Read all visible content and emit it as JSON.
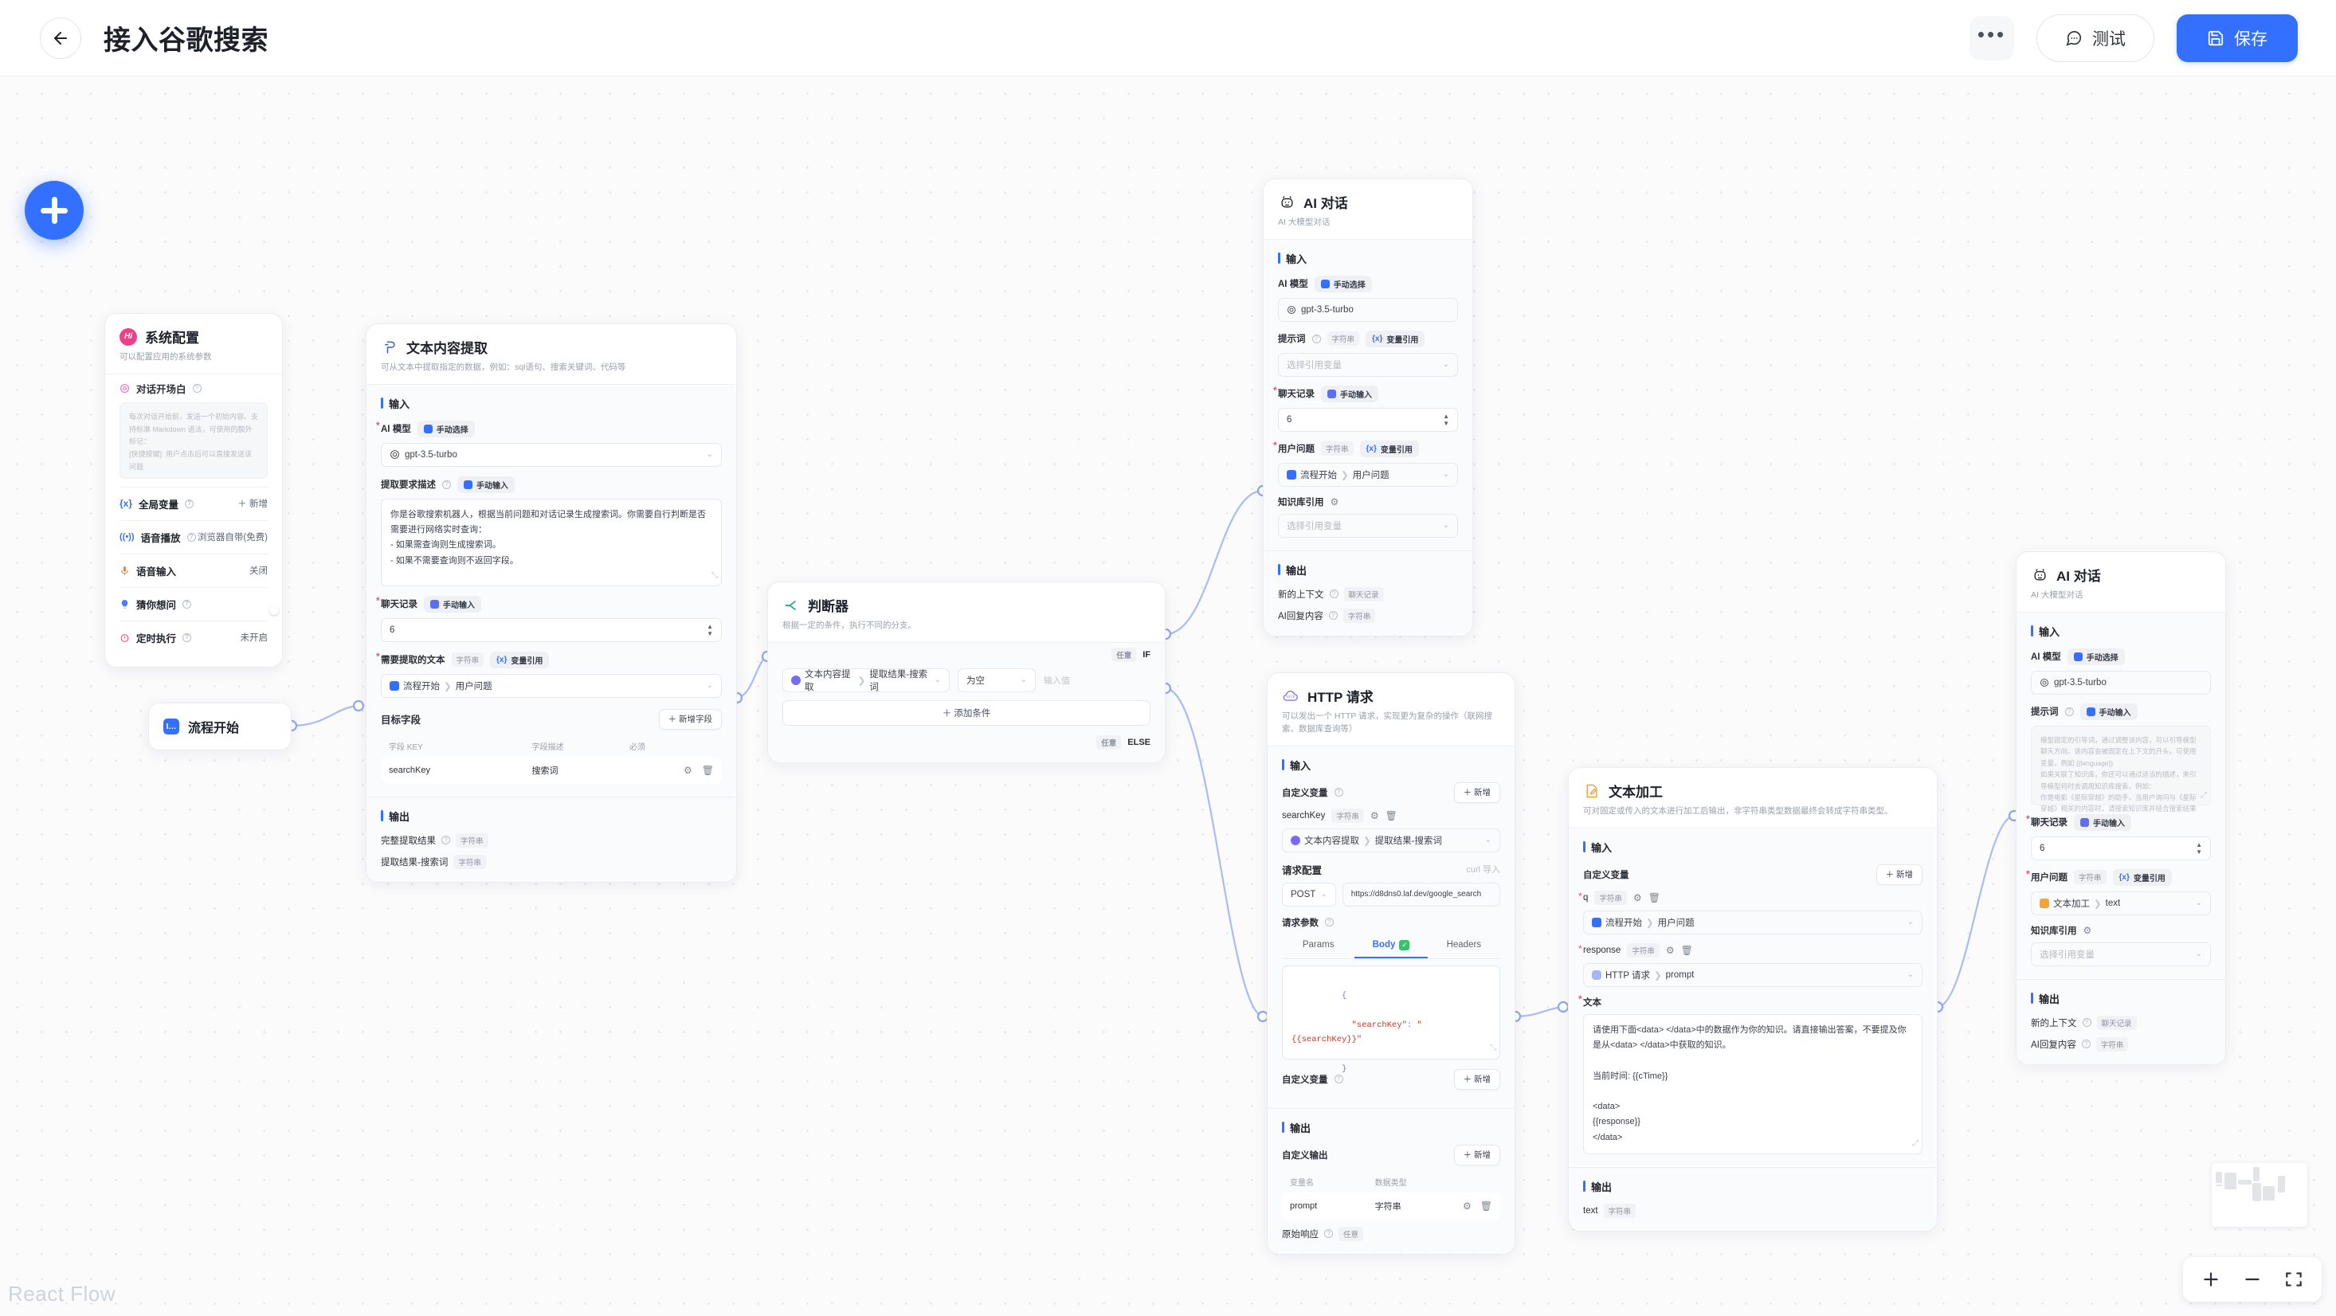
{
  "header": {
    "back_icon": "arrow-left-icon",
    "title": "接入谷歌搜索",
    "more_label": "•••",
    "test_label": "测试",
    "save_label": "保存"
  },
  "canvas": {
    "watermark": "React Flow",
    "add_button_label": "+",
    "zoom_in": "+",
    "zoom_out": "−",
    "fit_view": "fit-view"
  },
  "nodes": {
    "system_config": {
      "badge": "Hi",
      "title": "系统配置",
      "subtitle": "可以配置应用的系统参数",
      "opening_label": "对话开场白",
      "opening_placeholder": "每次对话开始前，发送一个初始内容。支持标准 Markdown 语法，可使用的额外标记：\n[快捷按键]: 用户点击后可以直接发送该问题",
      "rows": [
        {
          "label": "全局变量",
          "value": "＋  新增",
          "type": "text"
        },
        {
          "label": "语音播放",
          "value": "浏览器自带(免费)",
          "type": "text"
        },
        {
          "label": "语音输入",
          "value": "关闭",
          "type": "text"
        },
        {
          "label": "猜你想问",
          "value": "",
          "type": "toggle"
        },
        {
          "label": "定时执行",
          "value": "未开启",
          "type": "text"
        }
      ]
    },
    "flow_start": {
      "title": "流程开始"
    },
    "text_extract": {
      "title": "文本内容提取",
      "subtitle": "可从文本中提取指定的数据，例如：sql语句、搜索关键词、代码等",
      "input_label": "输入",
      "model_label": "AI 模型",
      "model_mode": "手动选择",
      "model_value": "gpt-3.5-turbo",
      "desc_label": "提取要求描述",
      "desc_mode": "手动输入",
      "desc_value": "你是谷歌搜索机器人，根据当前问题和对话记录生成搜索词。你需要自行判断是否需要进行网络实时查询：\n- 如果需查询则生成搜索词。\n- 如果不需要查询则不返回字段。",
      "history_label": "聊天记录",
      "history_mode": "手动输入",
      "history_value": "6",
      "source_label": "需要提取的文本",
      "source_type": "字符串",
      "source_mode": "变量引用",
      "source_value_node": "流程开始",
      "source_value_field": "用户问题",
      "target_fields_label": "目标字段",
      "add_field_label": "＋  新增字段",
      "table_headers": [
        "字段 KEY",
        "字段描述",
        "必须"
      ],
      "table_rows": [
        {
          "key": "searchKey",
          "desc": "搜索词",
          "required": ""
        }
      ],
      "output_label": "输出",
      "outputs": [
        {
          "label": "完整提取结果",
          "type": "字符串"
        },
        {
          "label": "提取结果-搜索词",
          "type": "字符串"
        }
      ]
    },
    "judge": {
      "title": "判断器",
      "subtitle": "根据一定的条件，执行不同的分支。",
      "if_any": "任意",
      "if_label": "IF",
      "cond_node": "文本内容提取",
      "cond_field": "提取结果-搜索词",
      "operator": "为空",
      "value_placeholder": "输入值",
      "add_condition": "＋  添加条件",
      "else_any": "任意",
      "else_label": "ELSE"
    },
    "ai_chat_1": {
      "title": "AI 对话",
      "subtitle": "AI 大模型对话",
      "input_label": "输入",
      "model_label": "AI 模型",
      "model_mode": "手动选择",
      "model_value": "gpt-3.5-turbo",
      "prompt_label": "提示词",
      "prompt_type": "字符串",
      "prompt_mode": "变量引用",
      "prompt_placeholder": "选择引用变量",
      "history_label": "聊天记录",
      "history_mode": "手动输入",
      "history_value": "6",
      "question_label": "用户问题",
      "question_type": "字符串",
      "question_mode": "变量引用",
      "question_node": "流程开始",
      "question_field": "用户问题",
      "kb_label": "知识库引用",
      "kb_placeholder": "选择引用变量",
      "output_label": "输出",
      "outputs": [
        {
          "label": "新的上下文",
          "type": "聊天记录"
        },
        {
          "label": "AI回复内容",
          "type": "字符串"
        }
      ]
    },
    "http_request": {
      "title": "HTTP 请求",
      "subtitle": "可以发出一个 HTTP 请求，实现更为复杂的操作（联网搜索、数据库查询等）",
      "input_label": "输入",
      "custom_var_label": "自定义变量",
      "add_label": "＋  新增",
      "var_name": "searchKey",
      "var_type": "字符串",
      "var_value_node": "文本内容提取",
      "var_value_field": "提取结果-搜索词",
      "req_config_label": "请求配置",
      "curl_import": "curl 导入",
      "method": "POST",
      "url": "https://d8dns0.laf.dev/google_search",
      "req_params_label": "请求参数",
      "tabs": [
        "Params",
        "Body",
        "Headers"
      ],
      "active_tab": "Body",
      "body_lines": [
        "{",
        "  \"searchKey\": \"{{searchKey}}\"",
        "}"
      ],
      "body_key": "\"searchKey\"",
      "body_val": "\"{{searchKey}}\"",
      "custom_var_label2": "自定义变量",
      "add_label2": "＋  新增",
      "output_label": "输出",
      "custom_output_label": "自定义输出",
      "add_label3": "＋  新增",
      "out_headers": [
        "变量名",
        "数据类型"
      ],
      "out_rows": [
        {
          "name": "prompt",
          "type": "字符串"
        }
      ],
      "raw_response_label": "原始响应",
      "raw_response_type": "任意"
    },
    "text_process": {
      "title": "文本加工",
      "subtitle": "可对固定或传入的文本进行加工后输出，非字符串类型数据最终会转成字符串类型。",
      "input_label": "输入",
      "custom_var_label": "自定义变量",
      "add_label": "＋  新增",
      "var1_name": "q",
      "var1_type": "字符串",
      "var1_node": "流程开始",
      "var1_field": "用户问题",
      "var2_name": "response",
      "var2_type": "字符串",
      "var2_node": "HTTP 请求",
      "var2_field": "prompt",
      "text_label": "文本",
      "text_value": "请使用下面<data> </data>中的数据作为你的知识。请直接输出答案，不要提及你是从<data> </data>中获取的知识。\n\n当前时间: {{cTime}}\n\n<data>\n{{response}}\n</data>",
      "output_label": "输出",
      "outputs": [
        {
          "label": "text",
          "type": "字符串"
        }
      ]
    },
    "ai_chat_2": {
      "title": "AI 对话",
      "subtitle": "AI 大模型对话",
      "input_label": "输入",
      "model_label": "AI 模型",
      "model_mode": "手动选择",
      "model_value": "gpt-3.5-turbo",
      "prompt_label": "提示词",
      "prompt_mode": "手动输入",
      "prompt_placeholder": "模型固定的引导词，通过调整该内容，可以引导模型聊天方向。该内容会被固定在上下文的开头。可使用变量，例如 {{language}}\n如果关联了知识库，你还可以通过适当的描述，来引导模型何时去调用知识库搜索。例如：\n你是电影《星际穿越》的助手。当用户询问与《星际穿越》相关的内容时，请搜索知识库并结合搜索结果进行回答",
      "history_label": "聊天记录",
      "history_mode": "手动输入",
      "history_value": "6",
      "question_label": "用户问题",
      "question_type": "字符串",
      "question_mode": "变量引用",
      "question_node": "文本加工",
      "question_field": "text",
      "kb_label": "知识库引用",
      "kb_placeholder": "选择引用变量",
      "output_label": "输出",
      "outputs": [
        {
          "label": "新的上下文",
          "type": "聊天记录"
        },
        {
          "label": "AI回复内容",
          "type": "字符串"
        }
      ]
    }
  },
  "colors": {
    "accent": "#3370ff",
    "success": "#38c26e",
    "danger": "#f0506e",
    "pink": "#ef3e8a"
  }
}
